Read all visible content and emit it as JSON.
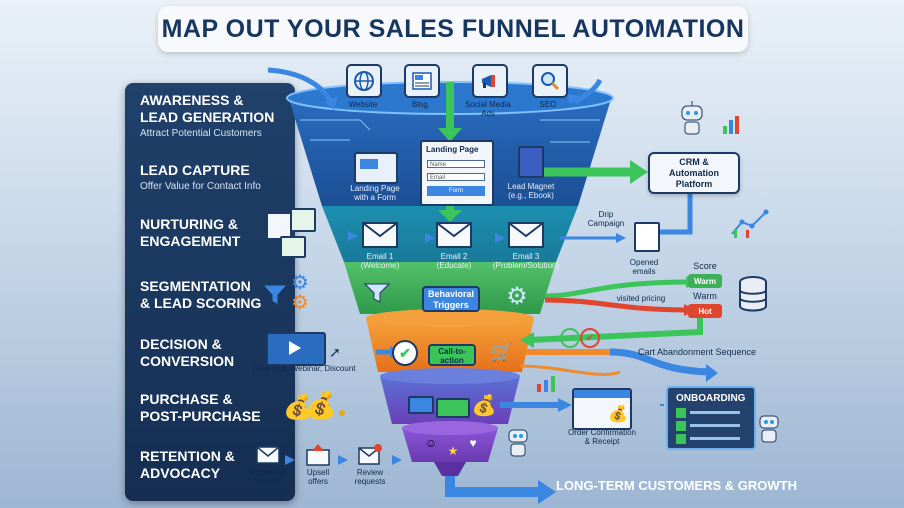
{
  "title": "MAP OUT YOUR SALES FUNNEL AUTOMATION",
  "stages": [
    {
      "heading1": "AWARENESS &",
      "heading2": "LEAD GENERATION",
      "sub": "Attract Potential Customers"
    },
    {
      "heading1": "LEAD CAPTURE",
      "heading2": "",
      "sub": "Offer Value for Contact Info"
    },
    {
      "heading1": "NURTURING &",
      "heading2": "ENGAGEMENT",
      "sub": ""
    },
    {
      "heading1": "SEGMENTATION",
      "heading2": "& LEAD SCORING",
      "sub": ""
    },
    {
      "heading1": "DECISION &",
      "heading2": "CONVERSION",
      "sub": "Free Trial, Webinar, Discount"
    },
    {
      "heading1": "PURCHASE &",
      "heading2": "POST-PURCHASE",
      "sub": ""
    },
    {
      "heading1": "RETENTION &",
      "heading2": "ADVOCACY",
      "sub": ""
    }
  ],
  "sources": [
    "Website",
    "Blog",
    "Social Media Ads",
    "SEO"
  ],
  "landing": {
    "title": "Landing Page",
    "name_field": "Name",
    "email_field": "Email",
    "button": "Form",
    "caption1": "Landing Page",
    "caption2": "with a Form",
    "magnet1": "Lead Magnet",
    "magnet2": "(e.g., Ebook)"
  },
  "crm": {
    "line1": "CRM &",
    "line2": "Automation",
    "line3": "Platform"
  },
  "drip": {
    "line1": "Drip",
    "line2": "Campaign"
  },
  "emails": [
    {
      "line1": "Email 1",
      "line2": "(Welcome)"
    },
    {
      "line1": "Email 2",
      "line2": "(Educate)"
    },
    {
      "line1": "Email 3",
      "line2": "(Problem/Solution)"
    }
  ],
  "opened": {
    "line1": "Opened",
    "line2": "emails"
  },
  "behavioral": {
    "line1": "Behavioral",
    "line2": "Triggers"
  },
  "visited": "visited pricing",
  "score": {
    "label": "Score",
    "warm1": "Warm",
    "warm2": "Warm",
    "hot": "Hot"
  },
  "cta": {
    "line1": "Call-to-",
    "line2": "action"
  },
  "cart": "Cart Abandonment Sequence",
  "order": {
    "line1": "Order Confirmation",
    "line2": "& Receipt"
  },
  "onboarding": "ONBOARDING",
  "retention_items": [
    {
      "line1": "Follow-up",
      "line2": "emails"
    },
    {
      "line1": "Upsell",
      "line2": "offers"
    },
    {
      "line1": "Review",
      "line2": "requests"
    }
  ],
  "growth": "LONG-TERM CUSTOMERS & GROWTH",
  "colors": {
    "panel": "#1c3a63",
    "funnel_top": "#1f5fae",
    "funnel_teal": "#1aa5a5",
    "funnel_green": "#3fb05a",
    "funnel_orange": "#f08a1c",
    "funnel_purple": "#6a47c4",
    "arrow_green": "#3bc45a",
    "arrow_orange": "#f08a2a",
    "arrow_blue": "#3a86e0",
    "hot": "#e0452f",
    "warm": "#3fb05a"
  }
}
